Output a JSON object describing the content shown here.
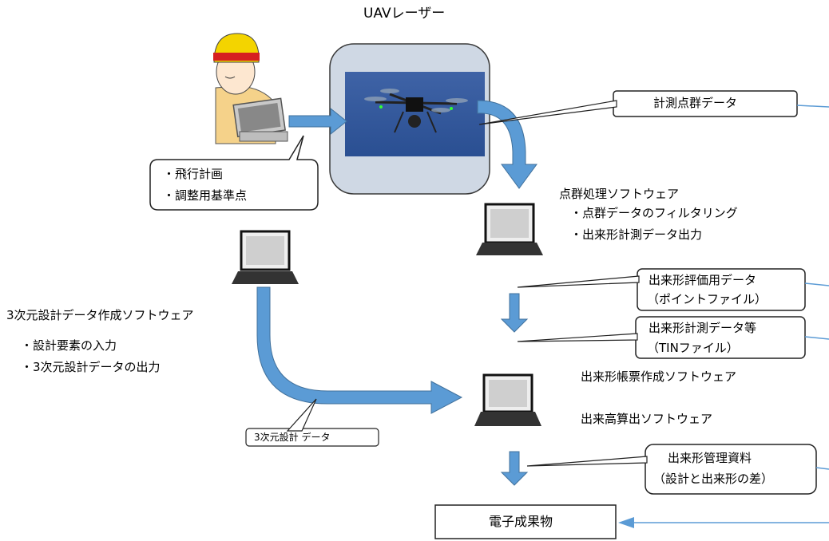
{
  "uav": {
    "title": "UAVレーザー"
  },
  "callouts": {
    "flight_plan": [
      "・飛行計画",
      "・調整用基準点"
    ],
    "point_cloud_data": "計測点群データ",
    "evaluation_data": [
      "出来形評価用データ",
      "（ポイントファイル）"
    ],
    "measurement_data": [
      "出来形計測データ等",
      "（TINファイル）"
    ],
    "design_3d_data": "3次元設計 データ",
    "management_docs": [
      "出来形管理資料",
      "（設計と出来形の差）"
    ],
    "deliverables": "電子成果物"
  },
  "software": {
    "point_cloud": {
      "title": "点群処理ソフトウェア",
      "items": [
        "・点群データのフィルタリング",
        "・出来形計測データ出力"
      ]
    },
    "design_3d": {
      "title": "3次元設計データ作成ソフトウェア",
      "items": [
        "・設計要素の入力",
        "・3次元設計データの出力"
      ]
    },
    "form_sheet": "出来形帳票作成ソフトウェア",
    "volume_calc": "出来高算出ソフトウェア"
  },
  "colors": {
    "arrow_blue": "#5b9bd5",
    "arrow_dark": "#41719c",
    "uav_box": "#cfd8e4",
    "sky": "#3a5f9e",
    "helmet": "#f3d400",
    "vest": "#f5d28a"
  },
  "icons": [
    "worker-icon",
    "drone-photo",
    "laptop-icon"
  ]
}
